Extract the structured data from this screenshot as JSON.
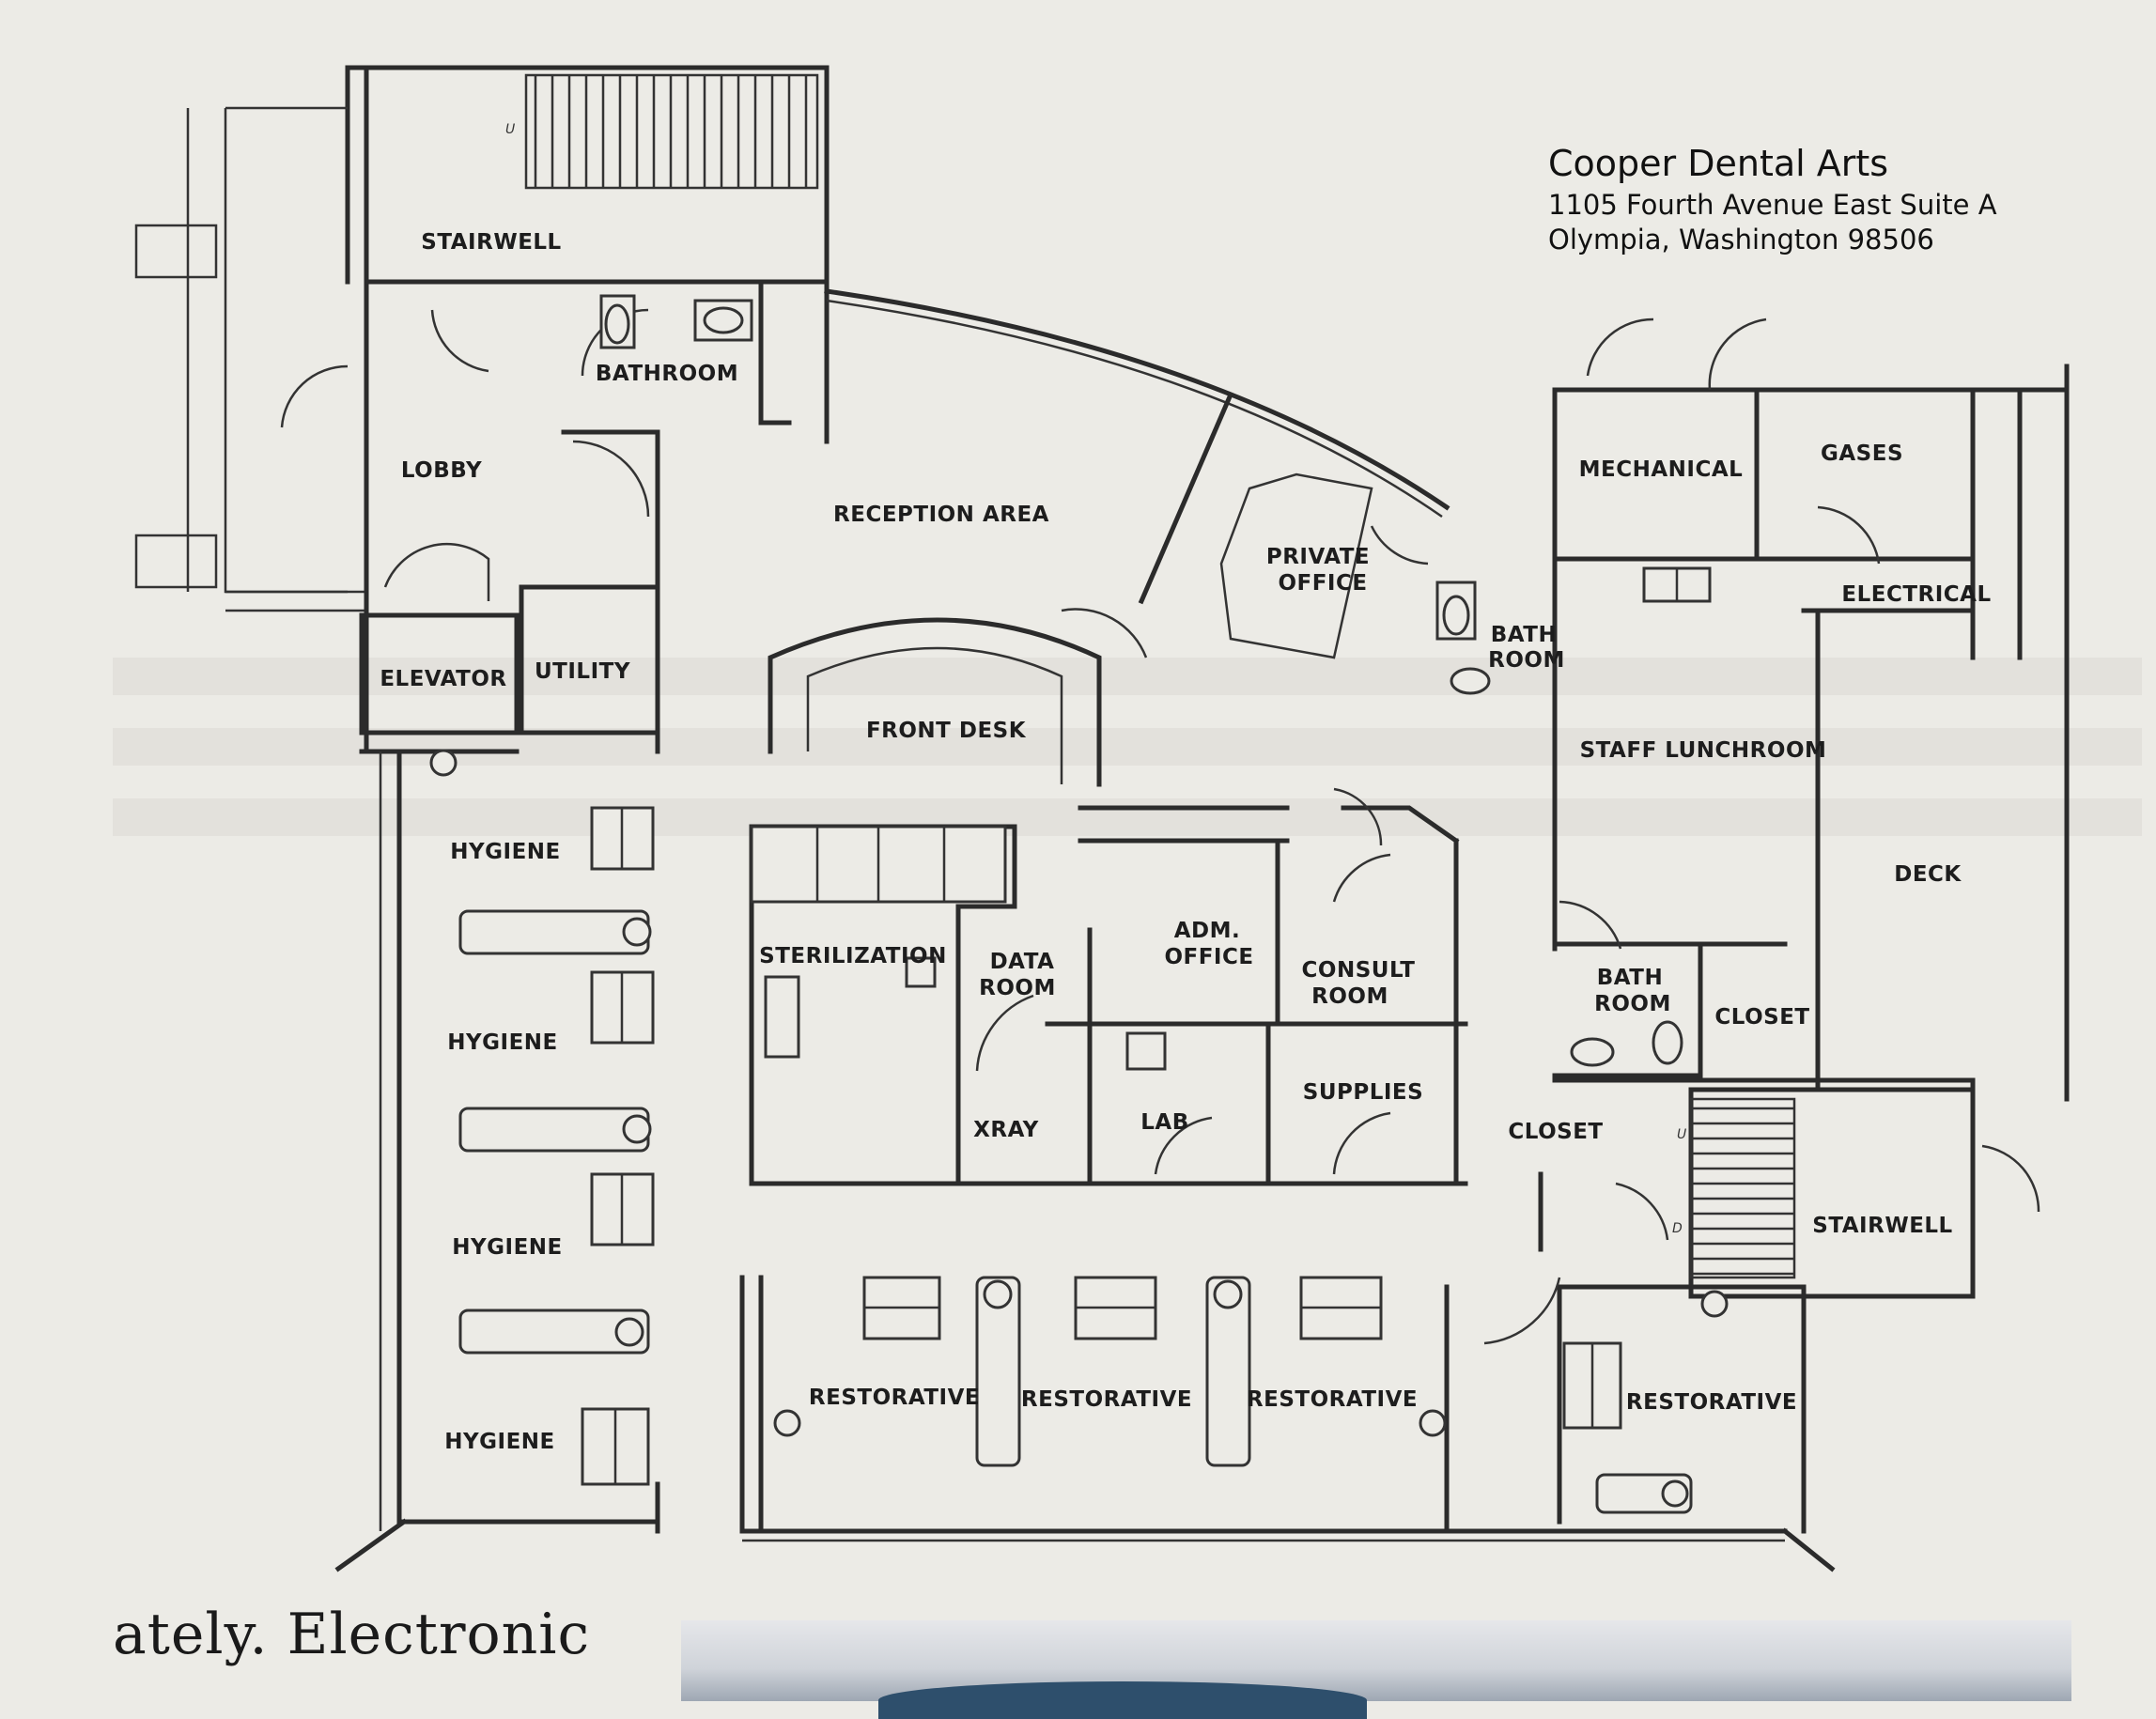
{
  "title_block": {
    "name": "Cooper Dental Arts",
    "address_line1": "1105 Fourth Avenue East Suite A",
    "address_line2": "Olympia, Washington  98506"
  },
  "rooms": {
    "stairwell_north": "STAIRWELL",
    "bathroom": "BATHROOM",
    "lobby": "LOBBY",
    "reception_area": "RECEPTION AREA",
    "private_office_line1": "PRIVATE",
    "private_office_line2": "OFFICE",
    "elevator": "ELEVATOR",
    "utility": "UTILITY",
    "front_desk": "FRONT DESK",
    "mechanical": "MECHANICAL",
    "gases": "GASES",
    "electrical": "ELECTRICAL",
    "bath_room_upper_line1": "BATH",
    "bath_room_upper_line2": "ROOM",
    "staff_lunchroom": "STAFF LUNCHROOM",
    "deck": "DECK",
    "hygiene_1": "HYGIENE",
    "hygiene_2": "HYGIENE",
    "hygiene_3": "HYGIENE",
    "hygiene_4": "HYGIENE",
    "sterilization": "STERILIZATION",
    "data_room_line1": "DATA",
    "data_room_line2": "ROOM",
    "adm_office_line1": "ADM.",
    "adm_office_line2": "OFFICE",
    "consult_room_line1": "CONSULT",
    "consult_room_line2": "ROOM",
    "bath_room_lower_line1": "BATH",
    "bath_room_lower_line2": "ROOM",
    "closet_right": "CLOSET",
    "xray": "XRAY",
    "lab": "LAB",
    "supplies": "SUPPLIES",
    "closet_left": "CLOSET",
    "stairwell_south": "STAIRWELL",
    "restorative_1": "RESTORATIVE",
    "restorative_2": "RESTORATIVE",
    "restorative_3": "RESTORATIVE",
    "restorative_4": "RESTORATIVE"
  },
  "stair_marks": {
    "up": "U",
    "down": "D"
  },
  "caption": {
    "text": "ately. Electronic"
  }
}
